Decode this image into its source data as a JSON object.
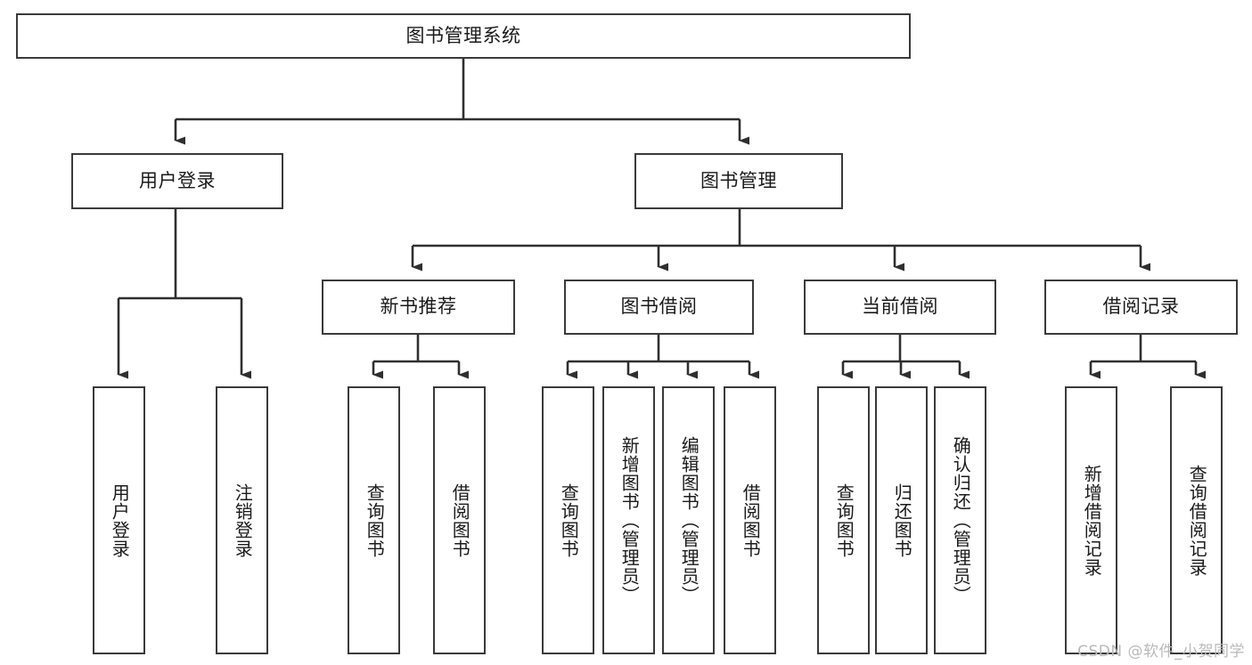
{
  "diagram": {
    "type": "tree",
    "title": "图书管理系统",
    "watermark": "CSDN @软件_小贺同学",
    "colors": {
      "box_border": "#3a3a3a",
      "box_fill": "#ffffff",
      "edge": "#2f2f2f",
      "text": "#1a1a1a",
      "watermark": "#b9b9b9",
      "background": "#ffffff"
    },
    "nodes": {
      "root": {
        "label": "图书管理系统"
      },
      "level1": [
        {
          "id": "user-login",
          "label": "用户登录"
        },
        {
          "id": "book-manage",
          "label": "图书管理"
        }
      ],
      "level2": [
        {
          "id": "new-book-recommend",
          "label": "新书推荐"
        },
        {
          "id": "book-borrow",
          "label": "图书借阅"
        },
        {
          "id": "current-borrow",
          "label": "当前借阅"
        },
        {
          "id": "borrow-record",
          "label": "借阅记录"
        }
      ],
      "leaves": {
        "user-login": [
          {
            "id": "leaf-user-login",
            "label": "用户登录"
          },
          {
            "id": "leaf-logout-login",
            "label": "注销登录"
          }
        ],
        "new-book-recommend": [
          {
            "id": "leaf-query-book-1",
            "label": "查询图书"
          },
          {
            "id": "leaf-borrow-book-1",
            "label": "借阅图书"
          }
        ],
        "book-borrow": [
          {
            "id": "leaf-query-book-2",
            "label": "查询图书"
          },
          {
            "id": "leaf-add-book",
            "label": "新增图书（管理员）"
          },
          {
            "id": "leaf-edit-book",
            "label": "编辑图书（管理员）"
          },
          {
            "id": "leaf-borrow-book-2",
            "label": "借阅图书"
          }
        ],
        "current-borrow": [
          {
            "id": "leaf-query-book-3",
            "label": "查询图书"
          },
          {
            "id": "leaf-return-book",
            "label": "归还图书"
          },
          {
            "id": "leaf-confirm-return",
            "label": "确认归还（管理员）"
          }
        ],
        "borrow-record": [
          {
            "id": "leaf-add-record",
            "label": "新增借阅记录"
          },
          {
            "id": "leaf-query-record",
            "label": "查询借阅记录"
          }
        ]
      }
    }
  }
}
